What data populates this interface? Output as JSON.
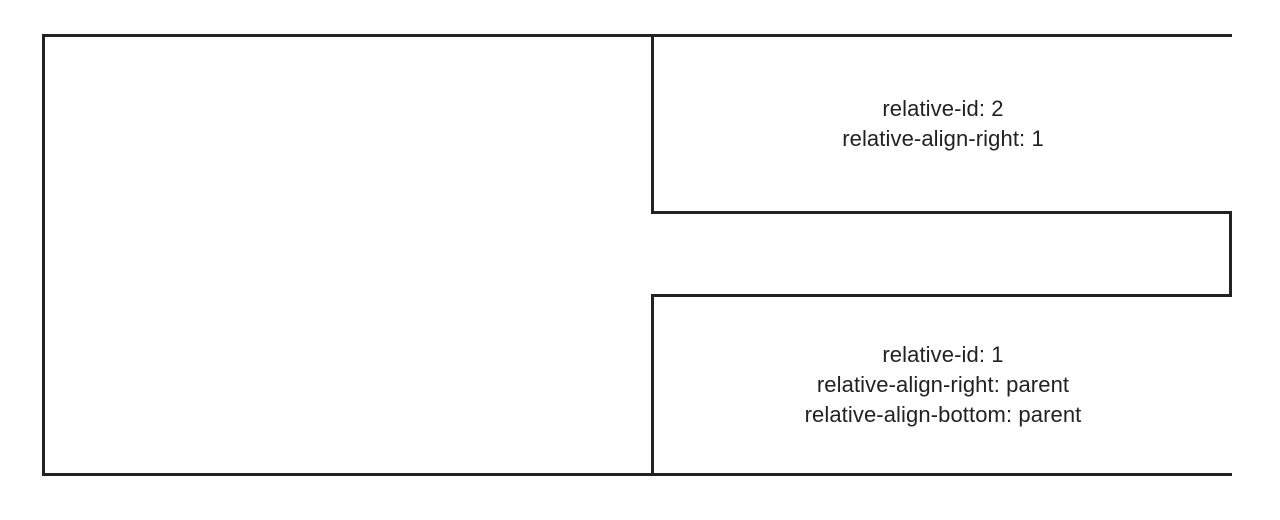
{
  "diagram": {
    "parent": {
      "label": ""
    },
    "boxes": [
      {
        "id": "box-2",
        "lines": [
          "relative-id: 2",
          "relative-align-right: 1"
        ]
      },
      {
        "id": "box-1",
        "lines": [
          "relative-id: 1",
          "relative-align-right: parent",
          "relative-align-bottom: parent"
        ]
      }
    ]
  }
}
